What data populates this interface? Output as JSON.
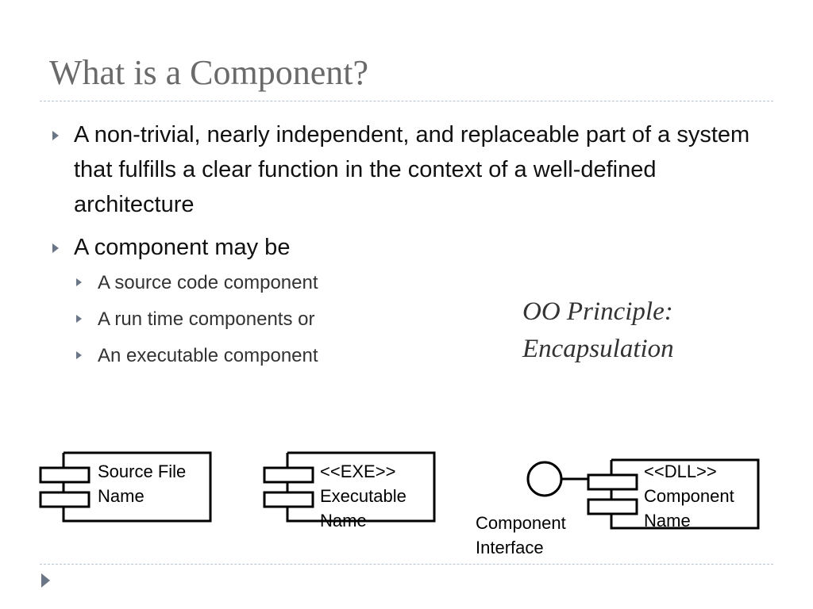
{
  "slide": {
    "title": "What is a Component?",
    "bullets": [
      "A non-trivial, nearly independent, and replaceable part of a system that fulfills a clear function in the context of a well-defined architecture",
      "A component may be"
    ],
    "sub_bullets": [
      "A source code component",
      "A run time components or",
      "An executable component"
    ],
    "note": {
      "line1": "OO Principle:",
      "line2": "Encapsulation"
    }
  },
  "diagram": {
    "source": {
      "line1": "Source File",
      "line2": "Name"
    },
    "exe": {
      "line1": "<<EXE>>",
      "line2": "Executable",
      "line3": "Name"
    },
    "dll": {
      "line1": "<<DLL>>",
      "line2": "Component",
      "line3": "Name"
    },
    "interface": {
      "line1": "Component",
      "line2": "Interface"
    }
  }
}
